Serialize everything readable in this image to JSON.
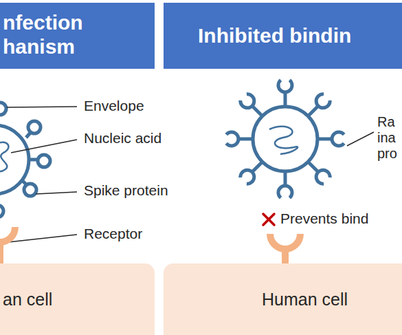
{
  "diagram": {
    "nodes": [
      {
        "text": [
          "nfection hanism"
        ]
      },
      {
        "text": [
          "Inhibited bindin"
        ]
      },
      {
        "text": [
          "an cell"
        ]
      },
      {
        "text": [
          "Human cell"
        ]
      }
    ],
    "labels": [
      "Envelope",
      "Nucleic acid",
      "Spike protein",
      "Receptor",
      "Ra ina pro",
      "Prevents bind"
    ]
  }
}
